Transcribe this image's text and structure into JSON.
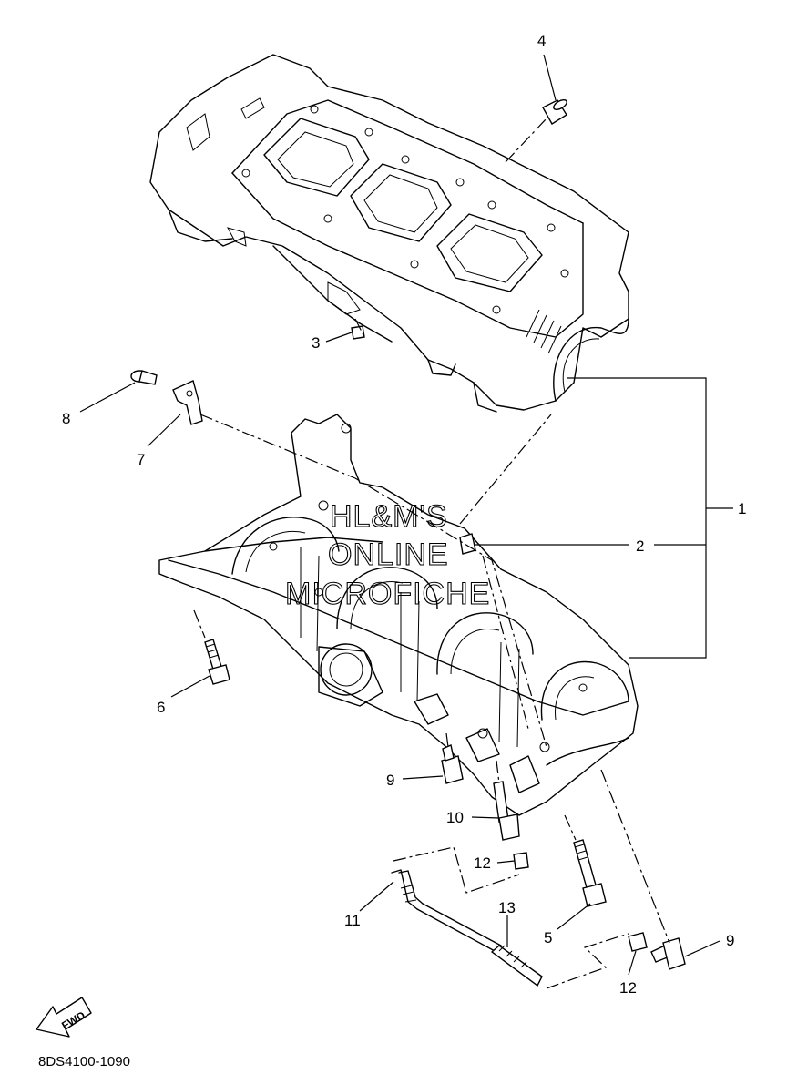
{
  "diagram": {
    "callouts": {
      "c1": "1",
      "c2": "2",
      "c3": "3",
      "c4": "4",
      "c5": "5",
      "c6": "6",
      "c7": "7",
      "c8": "8",
      "c9a": "9",
      "c9b": "9",
      "c10": "10",
      "c11": "11",
      "c12a": "12",
      "c12b": "12",
      "c13": "13"
    },
    "watermark": {
      "line1": "HL&M'S",
      "line2": "ONLINE",
      "line3": "MICROFICHE"
    },
    "fwd_label": "FWD",
    "part_code": "8DS4100-1090"
  }
}
